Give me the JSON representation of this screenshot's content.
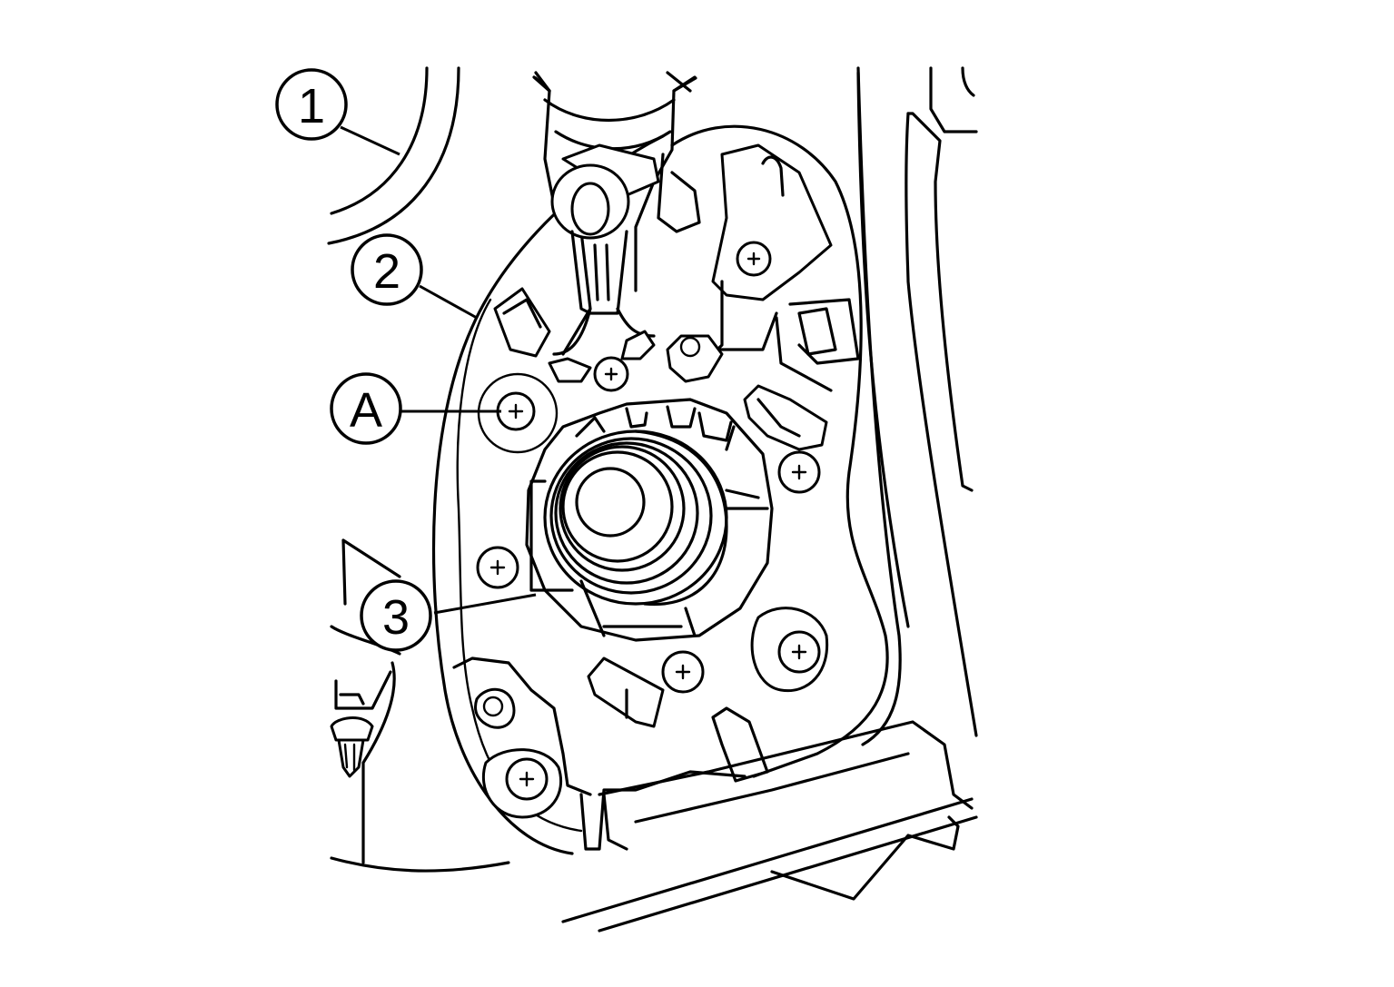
{
  "callouts": {
    "c1": "1",
    "c2": "2",
    "cA": "A",
    "c3": "3"
  },
  "colors": {
    "line": "#000000",
    "background": "#ffffff"
  }
}
